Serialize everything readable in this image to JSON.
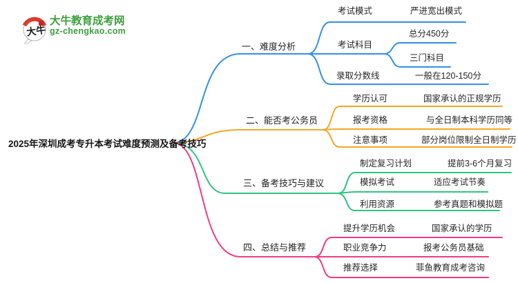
{
  "logo": {
    "mark_text": "大牛",
    "brand_name": "大牛教育成考网",
    "domain": "gz-chengkao.com"
  },
  "center_topic": "2025年深圳成考专升本考试难度预测及备考技巧",
  "colors": {
    "branch_1_blue": "#338fe8",
    "branch_2_orange": "#f5a623",
    "branch_3_green": "#2bc57f",
    "branch_4_pink": "#f23b82",
    "logo_green": "#3c9e3c"
  },
  "branches": [
    {
      "label": "一、难度分析",
      "children": [
        {
          "label": "考试模式",
          "leaves": [
            "严进宽出模式"
          ]
        },
        {
          "label": "考试科目",
          "leaves": [
            "总分450分",
            "三门科目"
          ]
        },
        {
          "label": "录取分数线",
          "leaves": [
            "一般在120-150分"
          ]
        }
      ]
    },
    {
      "label": "二、能否考公务员",
      "children": [
        {
          "label": "学历认可",
          "leaves": [
            "国家承认的正规学历"
          ]
        },
        {
          "label": "报考资格",
          "leaves": [
            "与全日制本科学历同等"
          ]
        },
        {
          "label": "注意事项",
          "leaves": [
            "部分岗位限制全日制学历"
          ]
        }
      ]
    },
    {
      "label": "三、备考技巧与建议",
      "children": [
        {
          "label": "制定复习计划",
          "leaves": [
            "提前3-6个月复习"
          ]
        },
        {
          "label": "模拟考试",
          "leaves": [
            "适应考试节奏"
          ]
        },
        {
          "label": "利用资源",
          "leaves": [
            "参考真题和模拟题"
          ]
        }
      ]
    },
    {
      "label": "四、总结与推荐",
      "children": [
        {
          "label": "提升学历机会",
          "leaves": [
            "国家承认的学历"
          ]
        },
        {
          "label": "职业竞争力",
          "leaves": [
            "报考公务员基础"
          ]
        },
        {
          "label": "推荐选择",
          "leaves": [
            "菲鱼教育成考咨询"
          ]
        }
      ]
    }
  ]
}
